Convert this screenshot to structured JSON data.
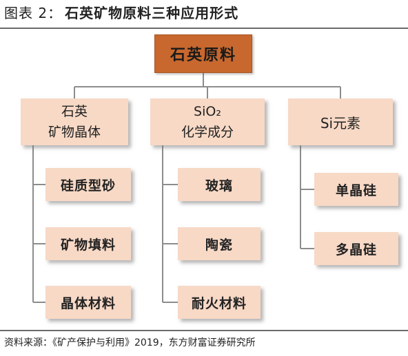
{
  "figure": {
    "caption_prefix": "图表 2：",
    "caption_title": "石英矿物原料三种应用形式",
    "source": "资料来源：《矿产保护与利用》2019，东方财富证券研究所"
  },
  "root": {
    "label": "石英原料"
  },
  "categories": [
    {
      "line1": "石英",
      "line2": "矿物晶体",
      "items": [
        "硅质型砂",
        "矿物填料",
        "晶体材料"
      ]
    },
    {
      "line1": "SiO₂",
      "line2": "化学成分",
      "items": [
        "玻璃",
        "陶瓷",
        "耐火材料"
      ]
    },
    {
      "line1": "Si元素",
      "line2": "",
      "items": [
        "单晶硅",
        "多晶硅"
      ]
    }
  ],
  "colors": {
    "root_fill": "#c8682e",
    "box_fill": "#f7d9c6",
    "connector": "#8c8c8c"
  }
}
